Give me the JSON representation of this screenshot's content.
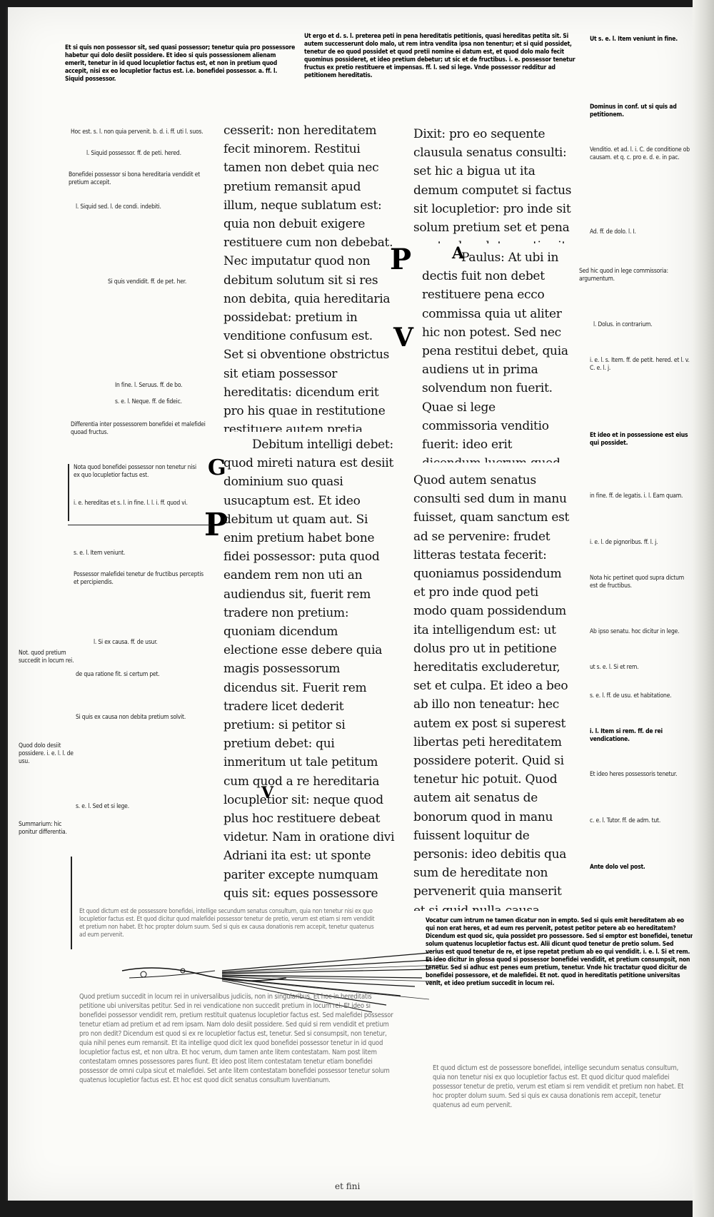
{
  "manuscript": {
    "header_gloss_left": "Et si quis non possessor sit, sed quasi possessor; tenetur quia pro possessore habetur qui dolo desiit possidere. Et ideo si quis possessionem alienam emerit, tenetur in id quod locupletior factus est, et non in pretium quod accepit, nisi ex eo locupletior factus est. i.e. bonefidei possessor. a. ff. l. Siquid possessor.",
    "header_gloss_right": "Ut ergo et d. s. l. preterea peti in pena hereditatis petitionis, quasi hereditas petita sit. Si autem successerunt dolo malo, ut rem intra vendita ipsa non tenentur; et si quid possidet, tenetur de eo quod possidet et quod pretii nomine ei datum est, et quod dolo malo fecit quominus possideret, et ideo pretium debetur; ut sic et de fructibus. i. e. possessor tenetur fructus ex pretio restituere et impensas. ff. l. sed si lege. Vnde possessor redditur ad petitionem hereditatis.",
    "column1": "cesserit: non hereditatem fecit minorem. Restitui tamen non debet quia nec pretium remansit apud illum, neque sublatum est: quia non debuit exigere restituere cum non debebat. Nec imputatur quod non debitum solutum sit si res non debita, quia hereditaria possidebat: pretium in venditione confusum est. Set si obventione obstrictus sit etiam possessor hereditatis: dicendum erit pro his quae in restitutione restituere autem pretia debebit possessor: si deperierit, nec diminuitur. Sed utrum ita demum restituatur si bonefidei possessor erat: an si malefidei? Et si quidem apud eum res amissa est: si deperierit sine diminutione eius: sine culpa eius debet praestare malefidei possessor. Quid si recipere cas ab eo non nullo modo possit: tamen quantum minus est eius minus. At ubi deperierit, deminuitur ut nullum pretium debebit praestare: quia si petitor consecutus esset, distraxisset: fuerit pretium.",
    "column1b": "Debitum intelligi debet: quod mireti natura est desiit dominium suo quasi usucaptum est. Et ideo debitum ut quam aut. Si enim pretium habet bone fidei possessor: puta quod eandem rem non uti an audiendus sit, fuerit rem tradere non pretium: quoniam dicendum electione esse debere quia magis possessorum dicendus sit. Fuerit rem tradere licet dederit pretium: si petitor si pretium debet: qui inmeritum ut tale petitum cum quod a re hereditaria locupletior sit: neque quod plus hoc restituere debeat videtur. Nam in oratione divi Adriani ita est: ut sponte pariter excepte numquam quis sit: eques possessore non facere luent. Et pretium quod exaltera res percepit reddere: quia post quam in locum hereditatis succedunt pretium et succedit: quod autem ipsum hereditatis factum. Tertio quod possessorem restituere petitori quod ex venditione eius fuit: creatus est. Vbi et vero autem omne pretium restituere debebit bonefidei possessor. Anno ita demum si res sit locuples. Videndum si finges pretium accepit et dedisse. Sed et si suspicie fuerit nasse tributum quod pervenisse a bono eius solum ne debet tenet quod pena non fuit: anno neque.",
    "column2": "Dixit: pro eo sequente clausula senatus consulti: set hic a bigua ut ita demum computet si factus sit locupletior: pro inde sit solum pretium set et pena pro tardo soluto pretio sit. Et pro quo qua locupletior in totum factus esse debet venire, licet ex pretio solum modo senatus sit locutus.",
    "column2b": "Paulus: At ubi in dectis fuit non debet restituere pena ecco commissa quia ut aliter hic non potest. Sed nec pena restitui debet, quia audiens ut in prima solvendum non fuerit. Quae si lege commissoria venditio fuerit: ideo erit dicendum lucrum quod sensit lege commissoria pretium: si est set hic etiam pretium in venditione hereditatis non est qua in patrimonium suum contulit: et si res minoris valet: qua si putabit accreverit locupletior factus videbitur: quatenus res valet quemadmodum si susceptum est: ita tum locupletior factus non videbitur.",
    "column2c": "Quod autem senatus consulti sed dum in manu fuisset, quam sanctum est ad se pervenire: frudet litteras testata fecerit: quoniamus possidendum et pro inde quod peti modo quam possidendum ita intelligendum est: ut dolus pro ut in petitione hereditatis excluderetur, set et culpa. Et ideo a beo ab illo non teneatur: hec autem ex post si superest libertas peti hereditatem possidere poterit. Quid si tenetur hic potuit. Quod autem ait senatus de bonorum quod in manu fuissent loquitur de personis: ideo debitis qua sum de hereditate non pervenerit quia manserit et si quid nulla causa habere possidendi. Set hic sic deinde non quos percepit inquit: set quos percipere debuerit eos pretium. Hec de qua locutus senatus: quod habito non itemponi res hereditarias a possessore ex ante vero loquitur: dicere autem causa habuit: aut ipsius ex se possessionis postea? Sed si ius ad se nisi hereditate pervenire: pro eo non morari ut cepit nec senatus loqui videt. Puto tamen ideo id mente senatus consultum pervenire. Pervenire ut in rem. Si vero inimicitias, ut ita fuisse tenetur: Sed ante dolo se hereditate sit usus, an postea? Hoc facere cepit? Et ei de re ad se pervenerit, non intendimus viderit quod factum sit an uti.",
    "margin_left_glosses": [
      "Hoc est. s. l. non quia pervenit. b. d. i. ff. uti l. suos.",
      "l. Siquid possessor. ff. de peti. hered.",
      "Bonefidei possessor si bona hereditaria vendidit et pretium accepit.",
      "l. Siquid sed. l. de condi. indebiti.",
      "Si quis vendidit. ff. de pet. her.",
      "In fine. l. Seruus. ff. de bo.",
      "s. e. l. Neque. ff. de fideic.",
      "Differentia inter possessorem bonefidei et malefidei quoad fructus.",
      "Nota quod bonefidei possessor non tenetur nisi ex quo locupletior factus est.",
      "i. e. hereditas et s. l. in fine. l. l. i. ff. quod vi.",
      "s. e. l. Item veniunt.",
      "Possessor malefidei tenetur de fructibus perceptis et percipiendis.",
      "l. Si ex causa. ff. de usur.",
      "Not. quod pretium succedit in locum rei.",
      "de qua ratione fit. si certum pet.",
      "Si quis ex causa non debita pretium solvit.",
      "Quod dolo desiit possidere. i. e. l. l. de usu.",
      "s. e. l. Sed et si lege.",
      "Summarium: hic ponitur differentia."
    ],
    "margin_right_glosses": [
      "Ut s. e. l. Item veniunt in fine.",
      "Dominus in conf. ut si quis ad petitionem.",
      "Venditio. et ad. l. i. C. de conditione ob causam. et q. c. pro e. d. e. in pac.",
      "Ad. ff. de dolo. l. I.",
      "Sed hic quod in lege commissoria: argumentum.",
      "l. Dolus. in contrarium.",
      "i. e. l. s. Item. ff. de petit. hered. et l. v. C. e. l. j.",
      "Et ideo et in possessione est eius qui possidet.",
      "in fine. ff. de legatis. i. l. Eam quam.",
      "i. e. l. de pignoribus. ff. l. j.",
      "Nota hic pertinet quod supra dictum est de fructibus.",
      "Ab ipso senatu. hoc dicitur in lege.",
      "ut s. e. l. Si et rem.",
      "s. e. l. ff. de usu. et habitatione.",
      "i. l. Item si rem. ff. de rei vendicatione.",
      "Et ideo heres possessoris tenetur.",
      "c. e. l. Tutor. ff. de adm. tut.",
      "Ante dolo vel post."
    ],
    "bottom_left_gloss": "Quod pretium succedit in locum rei in universalibus judiciis, non in singularibus. Et hoc in hereditatis petitione ubi universitas petitur. Sed in rei vendicatione non succedit pretium in locum rei. Et ideo si bonefidei possessor vendidit rem, pretium restituit quatenus locupletior factus est. Sed malefidei possessor tenetur etiam ad pretium et ad rem ipsam. Nam dolo desiit possidere. Sed quid si rem vendidit et pretium pro non dedit? Dicendum est quod si ex re locupletior factus est, tenetur. Sed si consumpsit, non tenetur, quia nihil penes eum remansit. Et ita intellige quod dicit lex quod bonefidei possessor tenetur in id quod locupletior factus est, et non ultra. Et hoc verum, dum tamen ante litem contestatam. Nam post litem contestatam omnes possessores pares fiunt. Et ideo post litem contestatam tenetur etiam bonefidei possessor de omni culpa sicut et malefidei. Set ante litem contestatam bonefidei possessor tenetur solum quatenus locupletior factus est. Et hoc est quod dicit senatus consultum Iuventianum.",
    "bottom_right_gloss": "Vocatur cum intrum ne tamen dicatur non in empto. Sed si quis emit hereditatem ab eo qui non erat heres, et ad eum res pervenit, potest petitor petere ab eo hereditatem? Dicendum est quod sic, quia possidet pro possessore. Sed si emptor est bonefidei, tenetur solum quatenus locupletior factus est. Alii dicunt quod tenetur de pretio solum. Sed verius est quod tenetur de re, et ipse repetat pretium ab eo qui vendidit. i. e. l. Si et rem. Et ideo dicitur in glossa quod si possessor bonefidei vendidit, et pretium consumpsit, non tenetur. Sed si adhuc est penes eum pretium, tenetur. Vnde hic tractatur quod dicitur de bonefidei possessore, et de malefidei. Et not. quod in hereditatis petitione universitas venit, et ideo pretium succedit in locum rei.",
    "bottom_faint_gloss": "Et quod dictum est de possessore bonefidei, intellige secundum senatus consultum, quia non tenetur nisi ex quo locupletior factus est. Et quod dicitur quod malefidei possessor tenetur de pretio, verum est etiam si rem vendidit et pretium non habet. Et hoc propter dolum suum. Sed si quis ex causa donationis rem accepit, tenetur quatenus ad eum pervenit.",
    "initials": [
      "P",
      "A",
      "V",
      "G",
      "P",
      "V"
    ],
    "catchword": "et fini"
  }
}
